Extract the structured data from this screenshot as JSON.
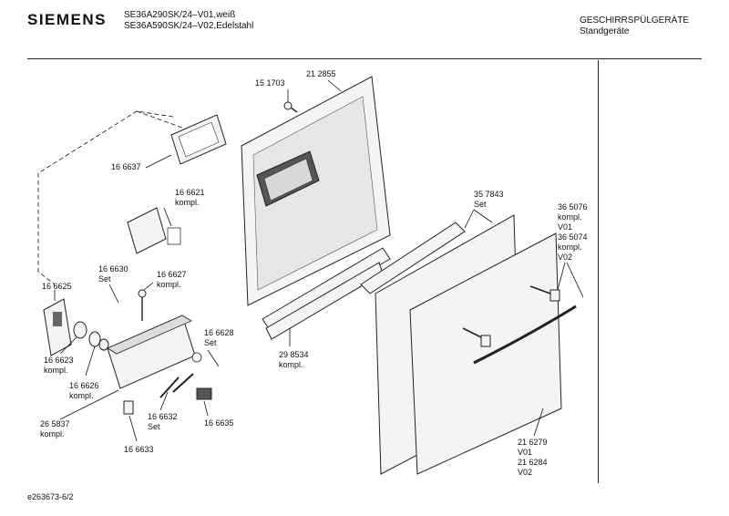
{
  "header": {
    "brand": "SIEMENS",
    "model_line_1": "SE36A290SK/24–V01,weiß",
    "model_line_2": "SE36A590SK/24–V02,Edelstahl",
    "category_line_1": "GESCHIRRSPÜLGERÄTE",
    "category_line_2": "Standgeräte"
  },
  "parts": [
    {
      "id": "151703",
      "text": "15 1703"
    },
    {
      "id": "212855",
      "text": "21 2855"
    },
    {
      "id": "166637",
      "text": "16 6637"
    },
    {
      "id": "166621",
      "text": "16 6621\nkompl."
    },
    {
      "id": "357843",
      "text": "35 7843\nSet"
    },
    {
      "id": "365076",
      "text": "36 5076\nkompl.\nV01\n36 5074\nkompl.\nV02"
    },
    {
      "id": "166630",
      "text": "16 6630\nSet"
    },
    {
      "id": "166627",
      "text": "16 6627\nkompl."
    },
    {
      "id": "166625",
      "text": "16 6625"
    },
    {
      "id": "166628",
      "text": "16 6628\nSet"
    },
    {
      "id": "166623",
      "text": "16 6623\nkompl."
    },
    {
      "id": "298534",
      "text": "29 8534\nkompl."
    },
    {
      "id": "166626",
      "text": "16 6626\nkompl."
    },
    {
      "id": "265837",
      "text": "26 5837\nkompl."
    },
    {
      "id": "166632",
      "text": "16 6632\nSet"
    },
    {
      "id": "166635",
      "text": "16 6635"
    },
    {
      "id": "166633",
      "text": "16 6633"
    },
    {
      "id": "216279",
      "text": "21 6279\nV01\n21 6284\nV02"
    }
  ],
  "footer": {
    "code": "e263673-6/2"
  }
}
